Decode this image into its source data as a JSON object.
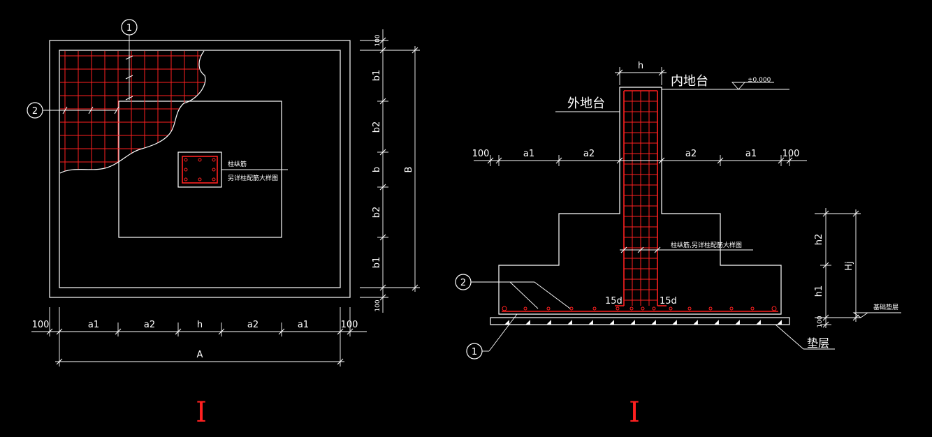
{
  "plan": {
    "dim_horizontal": [
      "100",
      "a1",
      "a2",
      "h",
      "a2",
      "a1",
      "100"
    ],
    "dim_total_a": "A",
    "dim_vertical": [
      "100",
      "b1",
      "b2",
      "b",
      "b2",
      "b1",
      "100"
    ],
    "dim_total_b": "B",
    "callout_1": "1",
    "callout_2": "2",
    "note_line1": "柱纵筋",
    "note_line2": "另详柱配筋大样图",
    "section_mark": "I"
  },
  "section": {
    "dim_h": "h",
    "label_inner": "内地台",
    "label_outer": "外地台",
    "level_mark": "±0.000",
    "dim_horizontal": [
      "100",
      "a1",
      "a2",
      "a2",
      "a1",
      "100"
    ],
    "note_column": "柱纵筋,另详柱配筋大样图",
    "dim_15d_left": "15d",
    "dim_15d_right": "15d",
    "dim_vertical": [
      "h2",
      "h1",
      "100"
    ],
    "dim_hj": "Hj",
    "label_base": "基础垫层",
    "label_cushion": "垫层",
    "callout_1": "1",
    "callout_2": "2",
    "section_mark": "I"
  },
  "colors": {
    "line": "#ffffff",
    "rebar": "#ff2020",
    "background": "#000000"
  }
}
